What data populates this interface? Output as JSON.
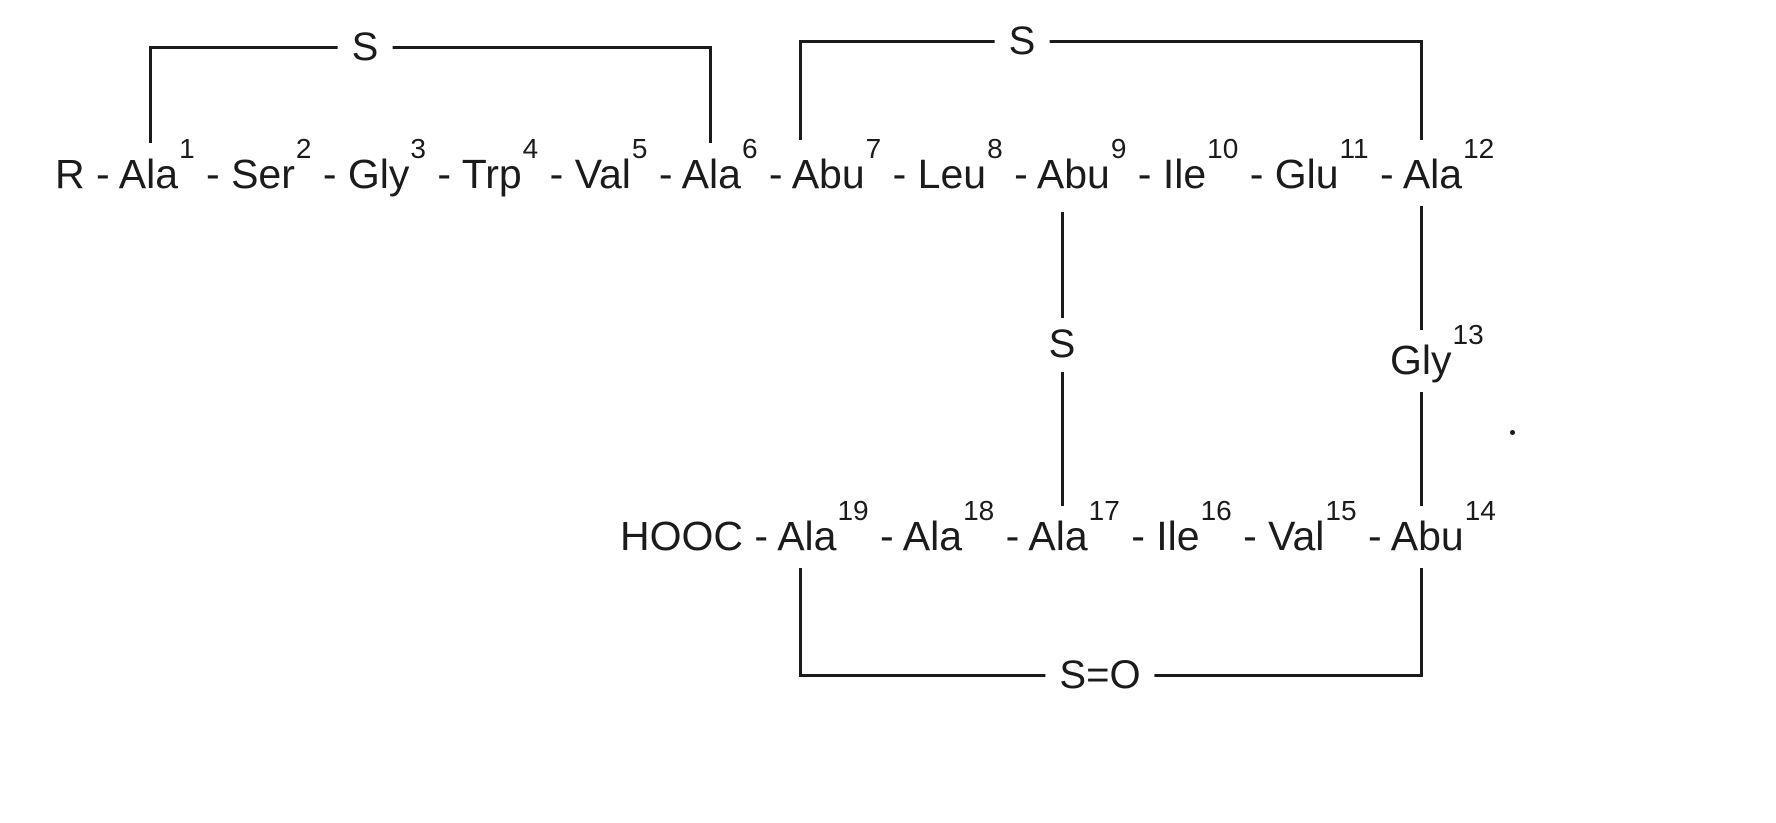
{
  "diagram": {
    "separator": " - ",
    "colors": {
      "ink": "#1b1b1b",
      "background": "#ffffff"
    },
    "top_row": {
      "prefix": "R",
      "residues": [
        {
          "name": "Ala",
          "num": "1"
        },
        {
          "name": "Ser",
          "num": "2"
        },
        {
          "name": "Gly",
          "num": "3"
        },
        {
          "name": "Trp",
          "num": "4"
        },
        {
          "name": "Val",
          "num": "5"
        },
        {
          "name": "Ala",
          "num": "6"
        },
        {
          "name": "Abu",
          "num": "7"
        },
        {
          "name": "Leu",
          "num": "8"
        },
        {
          "name": "Abu",
          "num": "9"
        },
        {
          "name": "Ile",
          "num": "10"
        },
        {
          "name": "Glu",
          "num": "11"
        },
        {
          "name": "Ala",
          "num": "12"
        }
      ]
    },
    "side_residue": {
      "name": "Gly",
      "num": "13"
    },
    "bottom_row": {
      "prefix": "HOOC",
      "residues": [
        {
          "name": "Ala",
          "num": "19"
        },
        {
          "name": "Ala",
          "num": "18"
        },
        {
          "name": "Ala",
          "num": "17"
        },
        {
          "name": "Ile",
          "num": "16"
        },
        {
          "name": "Val",
          "num": "15"
        },
        {
          "name": "Abu",
          "num": "14"
        }
      ]
    },
    "bridges": {
      "ring_a": {
        "label": "S"
      },
      "ring_b": {
        "label": "S"
      },
      "ring_c": {
        "label": "S"
      },
      "ring_d": {
        "label": "S=O"
      }
    }
  }
}
